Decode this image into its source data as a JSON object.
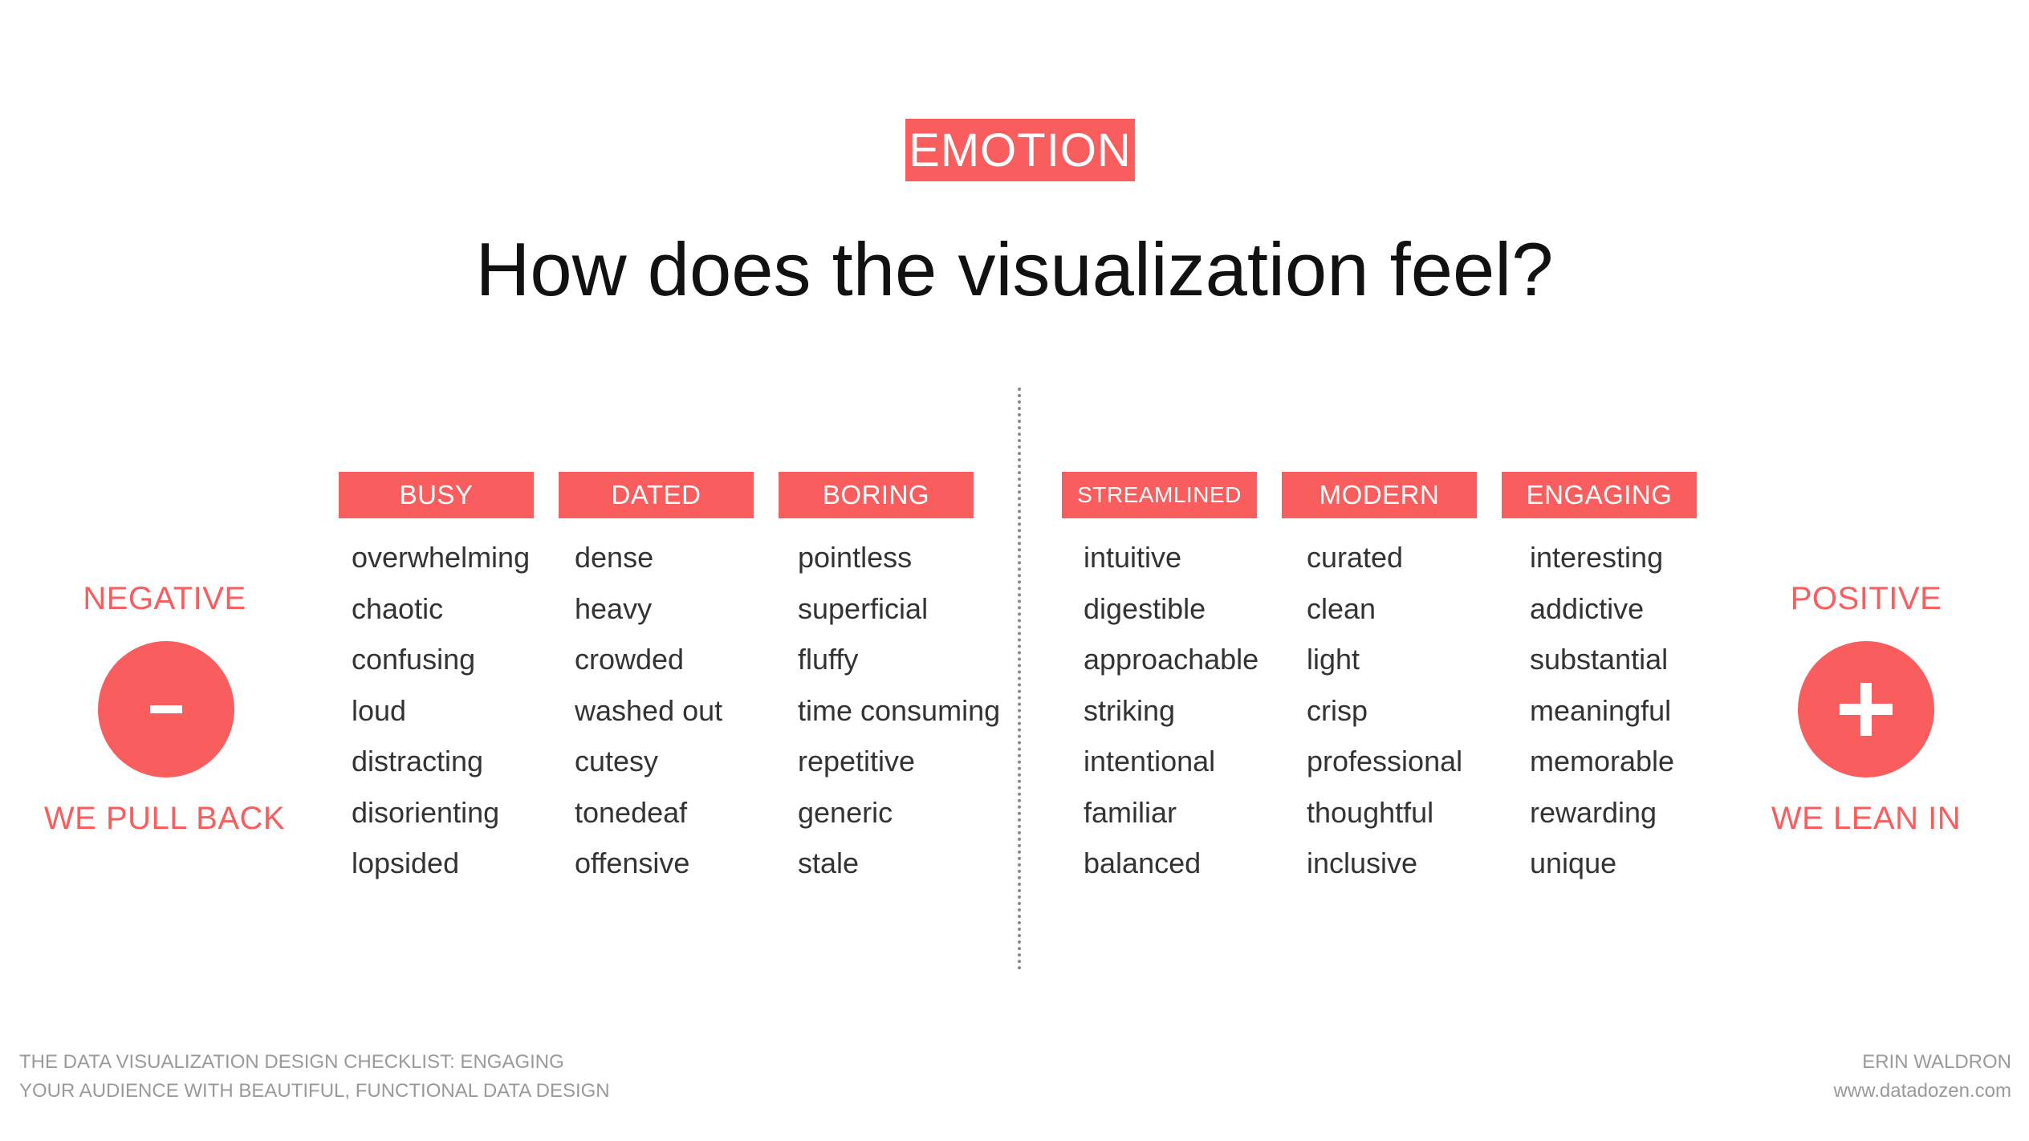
{
  "badge": "EMOTION",
  "question": "How does the visualization feel?",
  "negative": {
    "title": "NEGATIVE",
    "symbol": "-",
    "subtitle": "WE PULL BACK"
  },
  "positive": {
    "title": "POSITIVE",
    "symbol": "+",
    "subtitle": "WE LEAN IN"
  },
  "categories": [
    {
      "name": "BUSY",
      "words": [
        "overwhelming",
        "chaotic",
        "confusing",
        "loud",
        "distracting",
        "disorienting",
        "lopsided"
      ]
    },
    {
      "name": "DATED",
      "words": [
        "dense",
        "heavy",
        "crowded",
        "washed out",
        "cutesy",
        "tonedeaf",
        "offensive"
      ]
    },
    {
      "name": "BORING",
      "words": [
        "pointless",
        "superficial",
        "fluffy",
        "time consuming",
        "repetitive",
        "generic",
        "stale"
      ]
    },
    {
      "name": "STREAMLINED",
      "words": [
        "intuitive",
        "digestible",
        "approachable",
        "striking",
        "intentional",
        "familiar",
        "balanced"
      ]
    },
    {
      "name": "MODERN",
      "words": [
        "curated",
        "clean",
        "light",
        "crisp",
        "professional",
        "thoughtful",
        "inclusive"
      ]
    },
    {
      "name": "ENGAGING",
      "words": [
        "interesting",
        "addictive",
        "substantial",
        "meaningful",
        "memorable",
        "rewarding",
        "unique"
      ]
    }
  ],
  "footer": {
    "left_line1": "THE DATA VISUALIZATION DESIGN CHECKLIST: ENGAGING",
    "left_line2": "YOUR AUDIENCE WITH BEAUTIFUL, FUNCTIONAL DATA DESIGN",
    "right_line1": "ERIN WALDRON",
    "right_line2": "www.datadozen.com"
  },
  "colors": {
    "accent": "#f95d5d",
    "text": "#333333",
    "muted": "#9a9a9a"
  }
}
